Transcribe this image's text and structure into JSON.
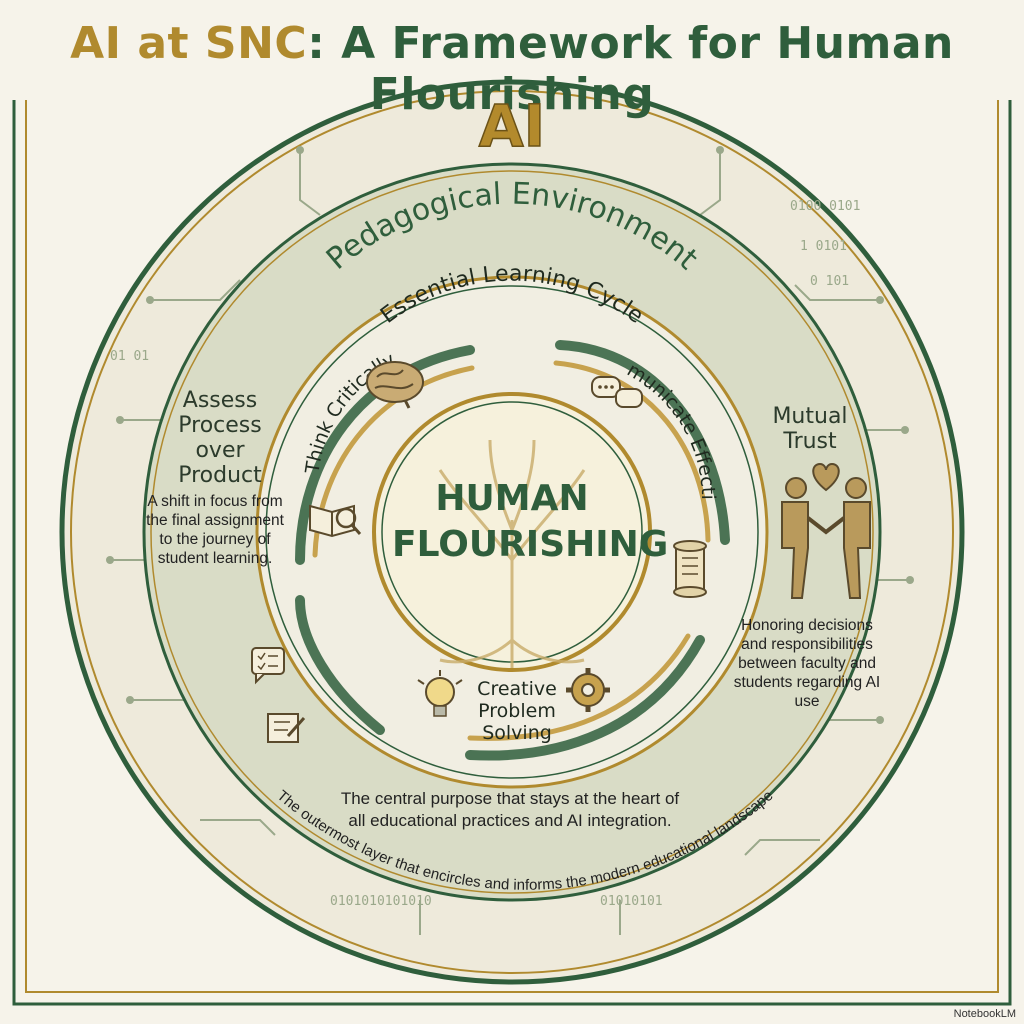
{
  "title": {
    "part1": "AI at SNC",
    "part2": ": A Framework for Human Flourishing"
  },
  "outer_layer": {
    "label": "AI",
    "description": "The outermost layer that encircles and informs the modern educational landscape"
  },
  "environment": {
    "label": "Pedagogical Environment"
  },
  "left_principle": {
    "title": "Assess Process over Product",
    "description": "A shift in focus from the final assignment to the journey of student learning."
  },
  "right_principle": {
    "title": "Mutual Trust",
    "description": "Honoring decisions and responsibilities between faculty and students regarding AI use"
  },
  "cycle": {
    "label": "Essential Learning Cycle",
    "items": [
      "Think Critically",
      "Communicate Effectively",
      "Creative Problem Solving"
    ]
  },
  "center": {
    "label_line1": "HUMAN",
    "label_line2": "FLOURISHING",
    "description": "The central purpose that stays at the heart of all educational practices and AI integration."
  },
  "icons": [
    "brain-icon",
    "speech-bubbles-icon",
    "book-magnifier-icon",
    "scroll-icon",
    "lightbulb-icon",
    "gear-icon",
    "checklist-icon",
    "edit-note-icon",
    "handshake-icon",
    "heart-icon",
    "tree-icon"
  ],
  "colors": {
    "green": "#2f5e3c",
    "gold": "#b08a2e",
    "sage": "#d9dcc6",
    "paper": "#f6f3ea"
  },
  "watermark": "NotebookLM"
}
